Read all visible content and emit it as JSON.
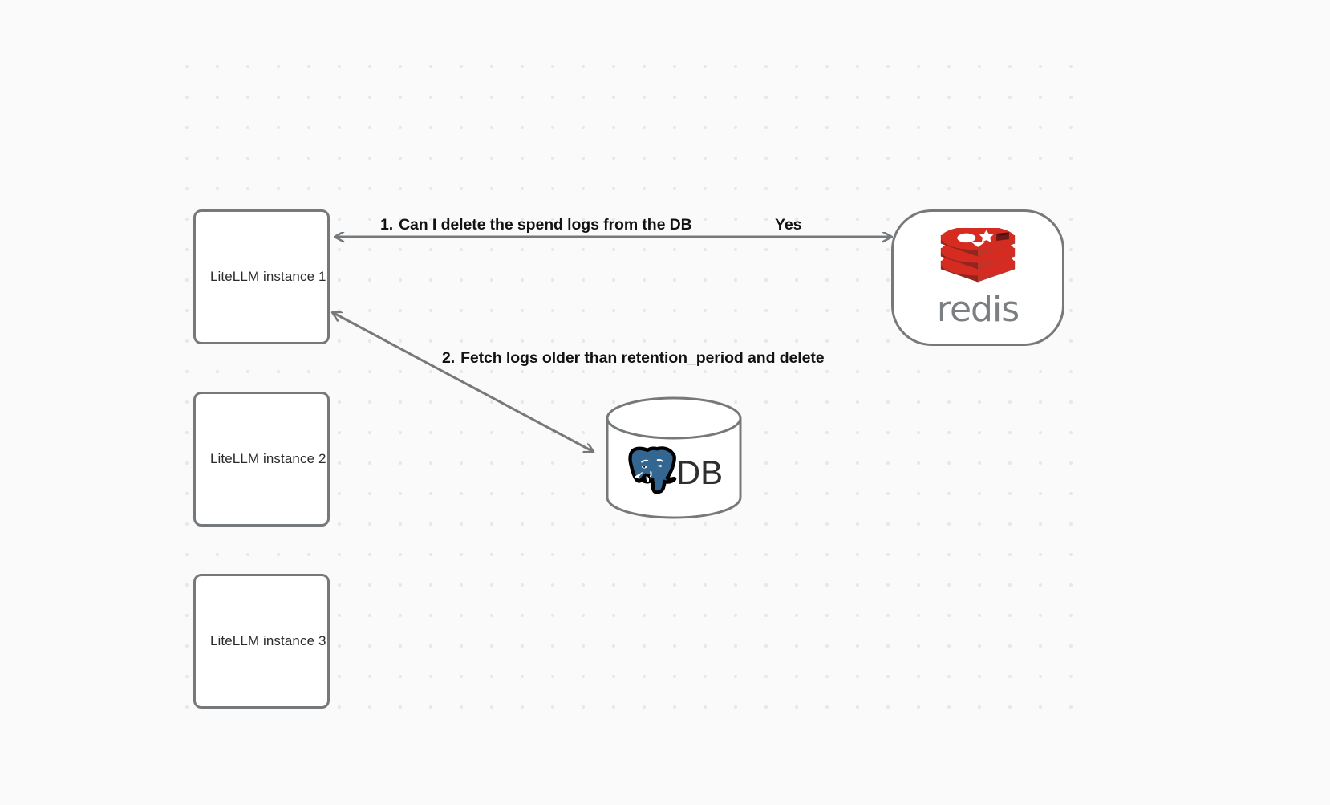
{
  "diagram": {
    "background_color": "#fafafa",
    "grid_dot_color": "#e8e8e8",
    "stroke_color": "#76797c",
    "nodes": [
      {
        "id": "instance-1",
        "label": "LiteLLM instance 1",
        "shape": "rounded-rect"
      },
      {
        "id": "instance-2",
        "label": "LiteLLM instance 2",
        "shape": "rounded-rect"
      },
      {
        "id": "instance-3",
        "label": "LiteLLM instance 3",
        "shape": "rounded-rect"
      },
      {
        "id": "redis",
        "label": "redis",
        "shape": "pill",
        "icon": "redis-logo-icon",
        "accent_color": "#d62b20"
      },
      {
        "id": "database",
        "label": "DB",
        "shape": "cylinder",
        "icon": "postgresql-elephant-icon",
        "accent_color": "#336791"
      }
    ],
    "edges": [
      {
        "id": "edge-1",
        "from": "redis",
        "to": "instance-1",
        "number": "1.",
        "label": "Can I delete the spend logs from the DB",
        "reply": "Yes",
        "direction": "bidirectional"
      },
      {
        "id": "edge-2",
        "from": "instance-1",
        "to": "database",
        "number": "2.",
        "label": "Fetch logs older than retention_period and delete",
        "direction": "bidirectional"
      }
    ]
  }
}
